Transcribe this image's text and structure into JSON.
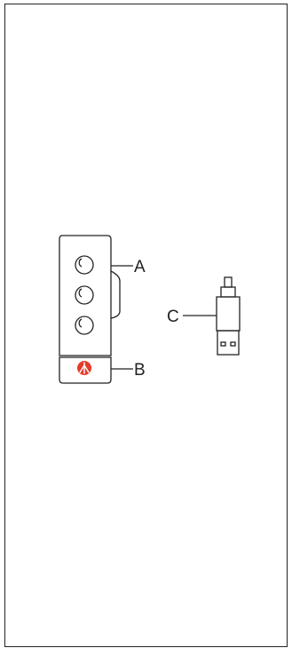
{
  "labels": {
    "a": "A",
    "b": "B",
    "c": "C"
  },
  "colors": {
    "stroke": "#222222",
    "logo": "#e53b2a",
    "background": "#ffffff"
  },
  "icons": {
    "logo": "tripod-logo-icon",
    "connector": "usb-connector-icon"
  }
}
